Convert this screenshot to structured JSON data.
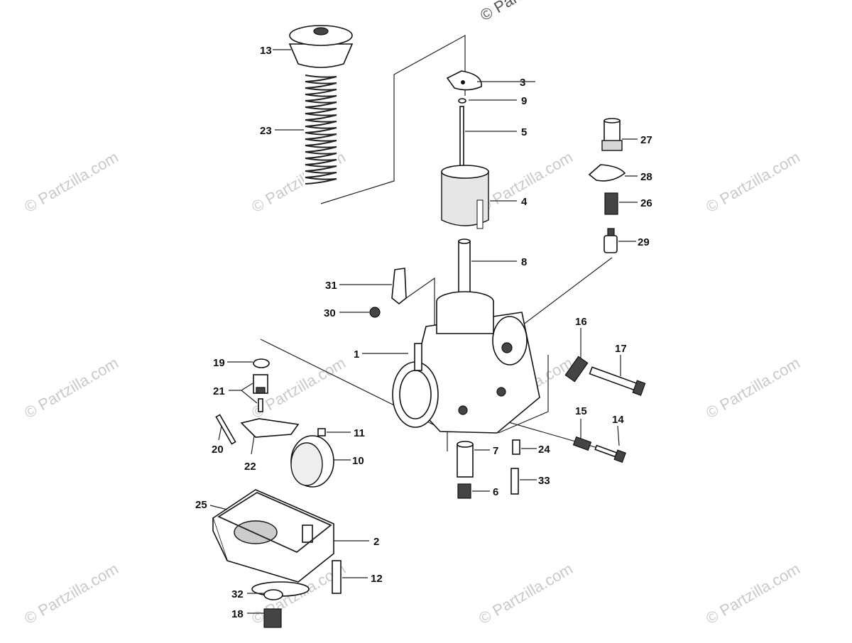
{
  "watermark_text": "© Partzilla.com",
  "watermark_top_partial": "© Part",
  "callouts": [
    {
      "id": "13",
      "label": "13"
    },
    {
      "id": "23",
      "label": "23"
    },
    {
      "id": "3",
      "label": "3"
    },
    {
      "id": "9",
      "label": "9"
    },
    {
      "id": "5",
      "label": "5"
    },
    {
      "id": "4",
      "label": "4"
    },
    {
      "id": "8",
      "label": "8"
    },
    {
      "id": "27",
      "label": "27"
    },
    {
      "id": "28",
      "label": "28"
    },
    {
      "id": "26",
      "label": "26"
    },
    {
      "id": "29",
      "label": "29"
    },
    {
      "id": "31",
      "label": "31"
    },
    {
      "id": "30",
      "label": "30"
    },
    {
      "id": "1",
      "label": "1"
    },
    {
      "id": "16",
      "label": "16"
    },
    {
      "id": "17",
      "label": "17"
    },
    {
      "id": "19",
      "label": "19"
    },
    {
      "id": "21",
      "label": "21"
    },
    {
      "id": "20",
      "label": "20"
    },
    {
      "id": "22",
      "label": "22"
    },
    {
      "id": "11",
      "label": "11"
    },
    {
      "id": "10",
      "label": "10"
    },
    {
      "id": "7",
      "label": "7"
    },
    {
      "id": "24",
      "label": "24"
    },
    {
      "id": "15",
      "label": "15"
    },
    {
      "id": "14",
      "label": "14"
    },
    {
      "id": "33",
      "label": "33"
    },
    {
      "id": "6",
      "label": "6"
    },
    {
      "id": "25",
      "label": "25"
    },
    {
      "id": "2",
      "label": "2"
    },
    {
      "id": "12",
      "label": "12"
    },
    {
      "id": "32",
      "label": "32"
    },
    {
      "id": "18",
      "label": "18"
    }
  ]
}
